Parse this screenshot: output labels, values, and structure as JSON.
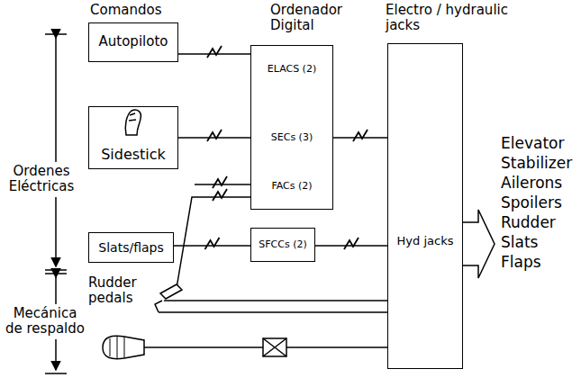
{
  "diagram": {
    "nodes": [
      {
        "text": [
          "Autopiloto"
        ]
      },
      {
        "text": [
          "ELACS (2)",
          "SECs (3)",
          "FACs (2)"
        ]
      },
      {
        "text": [
          "Sidestick"
        ]
      },
      {
        "text": [
          "Slats/flaps"
        ]
      },
      {
        "text": [
          "SFCCs (2)"
        ]
      },
      {
        "text": [
          "Hyd jacks"
        ]
      }
    ],
    "edges": [
      {
        "from": 0,
        "to": 1,
        "arrow": "none"
      },
      {
        "from": 2,
        "to": 1,
        "arrow": "none"
      },
      {
        "from": 1,
        "to": 5,
        "arrow": "none"
      },
      {
        "from": 3,
        "to": 4,
        "arrow": "none"
      },
      {
        "from": 4,
        "to": 5,
        "arrow": "none"
      }
    ],
    "labels": [
      "Comandos",
      "Ordenador Digital",
      "Electro / hydraulic jacks",
      "Ordenes Eléctricas",
      "Rudder pedals",
      "Mecánica de respaldo",
      "Elevator",
      "Stabilizer",
      "Ailerons",
      "Spoilers",
      "Rudder",
      "Slats",
      "Flaps"
    ]
  }
}
